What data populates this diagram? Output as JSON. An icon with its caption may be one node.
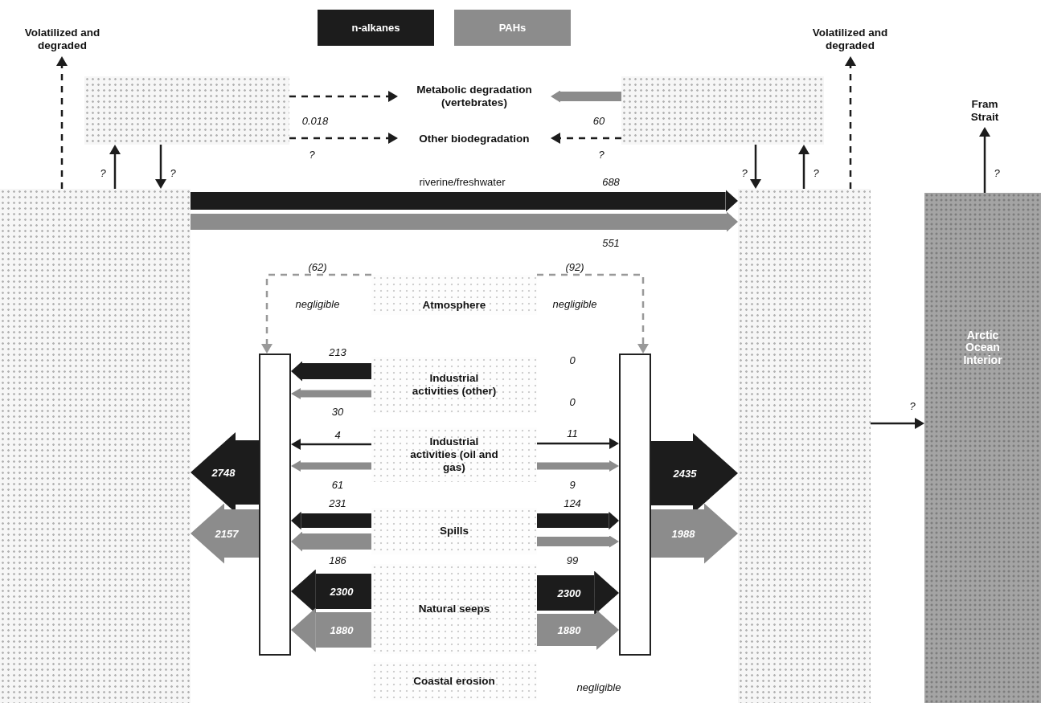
{
  "diagram": {
    "nodes": [
      {
        "text": [],
        "shape": "box"
      },
      {
        "text": [],
        "shape": "box"
      },
      {
        "text": [
          "Arctic Ocean Interior"
        ]
      },
      {
        "text": [],
        "shape": "box"
      },
      {
        "text": [],
        "shape": "box"
      },
      {
        "text": [
          "Volatilized and degraded"
        ]
      },
      {
        "text": [
          "Volatilized and degraded"
        ]
      },
      {
        "text": [
          "Fram Strait"
        ]
      },
      {
        "text": [
          "Metabolic degradation (vertebrates)"
        ]
      },
      {
        "text": [
          "Other biodegradation"
        ]
      },
      {
        "text": [],
        "shape": "bar"
      },
      {
        "text": [],
        "shape": "bar"
      },
      {
        "text": [
          "Atmosphere"
        ]
      },
      {
        "text": [
          "Industrial activities (other)"
        ]
      },
      {
        "text": [
          "Industrial activities (oil and gas)"
        ]
      },
      {
        "text": [
          "Spills"
        ]
      },
      {
        "text": [
          "Natural seeps"
        ]
      },
      {
        "text": [
          "Coastal erosion"
        ]
      }
    ],
    "edges": [
      {
        "from": 0,
        "to": 5,
        "arrow": "to",
        "style": "dashed"
      },
      {
        "from": 0,
        "to": 3,
        "arrow": "to",
        "label": "?"
      },
      {
        "from": 3,
        "to": 0,
        "arrow": "to",
        "label": "?"
      },
      {
        "from": 3,
        "to": 8,
        "arrow": "to",
        "label": "0.018",
        "style": "dashed"
      },
      {
        "from": 3,
        "to": 9,
        "arrow": "to",
        "label": "?",
        "style": "dashed"
      },
      {
        "from": 4,
        "to": 8,
        "arrow": "to",
        "label": "60",
        "color": "#8c8c8c"
      },
      {
        "from": 4,
        "to": 9,
        "arrow": "to",
        "label": "?",
        "style": "dashed"
      },
      {
        "from": 4,
        "to": 1,
        "arrow": "to",
        "label": "?"
      },
      {
        "from": 1,
        "to": 4,
        "arrow": "to",
        "label": "?"
      },
      {
        "from": 1,
        "to": 6,
        "arrow": "to",
        "style": "dashed"
      },
      {
        "from": 2,
        "to": 7,
        "arrow": "to",
        "label": "?"
      },
      {
        "from": 0,
        "to": 1,
        "arrow": "to",
        "label": "688",
        "style": "thick"
      },
      {
        "from": 0,
        "to": 1,
        "arrow": "to",
        "label": "551",
        "style": "thick",
        "color": "#8c8c8c"
      },
      {
        "from": 12,
        "to": 10,
        "arrow": "to",
        "label": "(62)",
        "style": "dashed",
        "color": "#999999"
      },
      {
        "from": 12,
        "to": 11,
        "arrow": "to",
        "label": "(92)",
        "style": "dashed",
        "color": "#999999"
      },
      {
        "from": 13,
        "to": 10,
        "arrow": "to",
        "label": "213",
        "style": "thick"
      },
      {
        "from": 13,
        "to": 10,
        "arrow": "to",
        "label": "30",
        "color": "#8c8c8c"
      },
      {
        "from": 14,
        "to": 10,
        "arrow": "to",
        "label": "4"
      },
      {
        "from": 14,
        "to": 10,
        "arrow": "to",
        "label": "61",
        "color": "#8c8c8c"
      },
      {
        "from": 15,
        "to": 10,
        "arrow": "to",
        "label": "231",
        "style": "thick"
      },
      {
        "from": 15,
        "to": 10,
        "arrow": "to",
        "label": "186",
        "style": "thick",
        "color": "#8c8c8c"
      },
      {
        "from": 16,
        "to": 10,
        "arrow": "to",
        "label": "2300",
        "style": "thick"
      },
      {
        "from": 16,
        "to": 10,
        "arrow": "to",
        "label": "1880",
        "style": "thick",
        "color": "#8c8c8c"
      },
      {
        "from": 14,
        "to": 11,
        "arrow": "to",
        "label": "11"
      },
      {
        "from": 14,
        "to": 11,
        "arrow": "to",
        "label": "9",
        "color": "#8c8c8c"
      },
      {
        "from": 15,
        "to": 11,
        "arrow": "to",
        "label": "124",
        "style": "thick"
      },
      {
        "from": 15,
        "to": 11,
        "arrow": "to",
        "label": "99",
        "color": "#8c8c8c"
      },
      {
        "from": 16,
        "to": 11,
        "arrow": "to",
        "label": "2300",
        "style": "thick"
      },
      {
        "from": 16,
        "to": 11,
        "arrow": "to",
        "label": "1880",
        "style": "thick",
        "color": "#8c8c8c"
      },
      {
        "from": 10,
        "to": 0,
        "arrow": "to",
        "label": "2748",
        "style": "thick"
      },
      {
        "from": 10,
        "to": 0,
        "arrow": "to",
        "label": "2157",
        "style": "thick",
        "color": "#8c8c8c"
      },
      {
        "from": 11,
        "to": 1,
        "arrow": "to",
        "label": "2435",
        "style": "thick"
      },
      {
        "from": 11,
        "to": 1,
        "arrow": "to",
        "label": "1988",
        "style": "thick",
        "color": "#8c8c8c"
      },
      {
        "from": 1,
        "to": 2,
        "arrow": "to",
        "label": "?"
      }
    ],
    "labels": [
      "riverine/freshwater",
      "negligible",
      "negligible",
      "0",
      "0",
      "negligible"
    ],
    "legend": [
      {
        "text": "n-alkanes",
        "color": "#1c1c1c"
      },
      {
        "text": "PAHs",
        "color": "#8c8c8c"
      }
    ]
  }
}
